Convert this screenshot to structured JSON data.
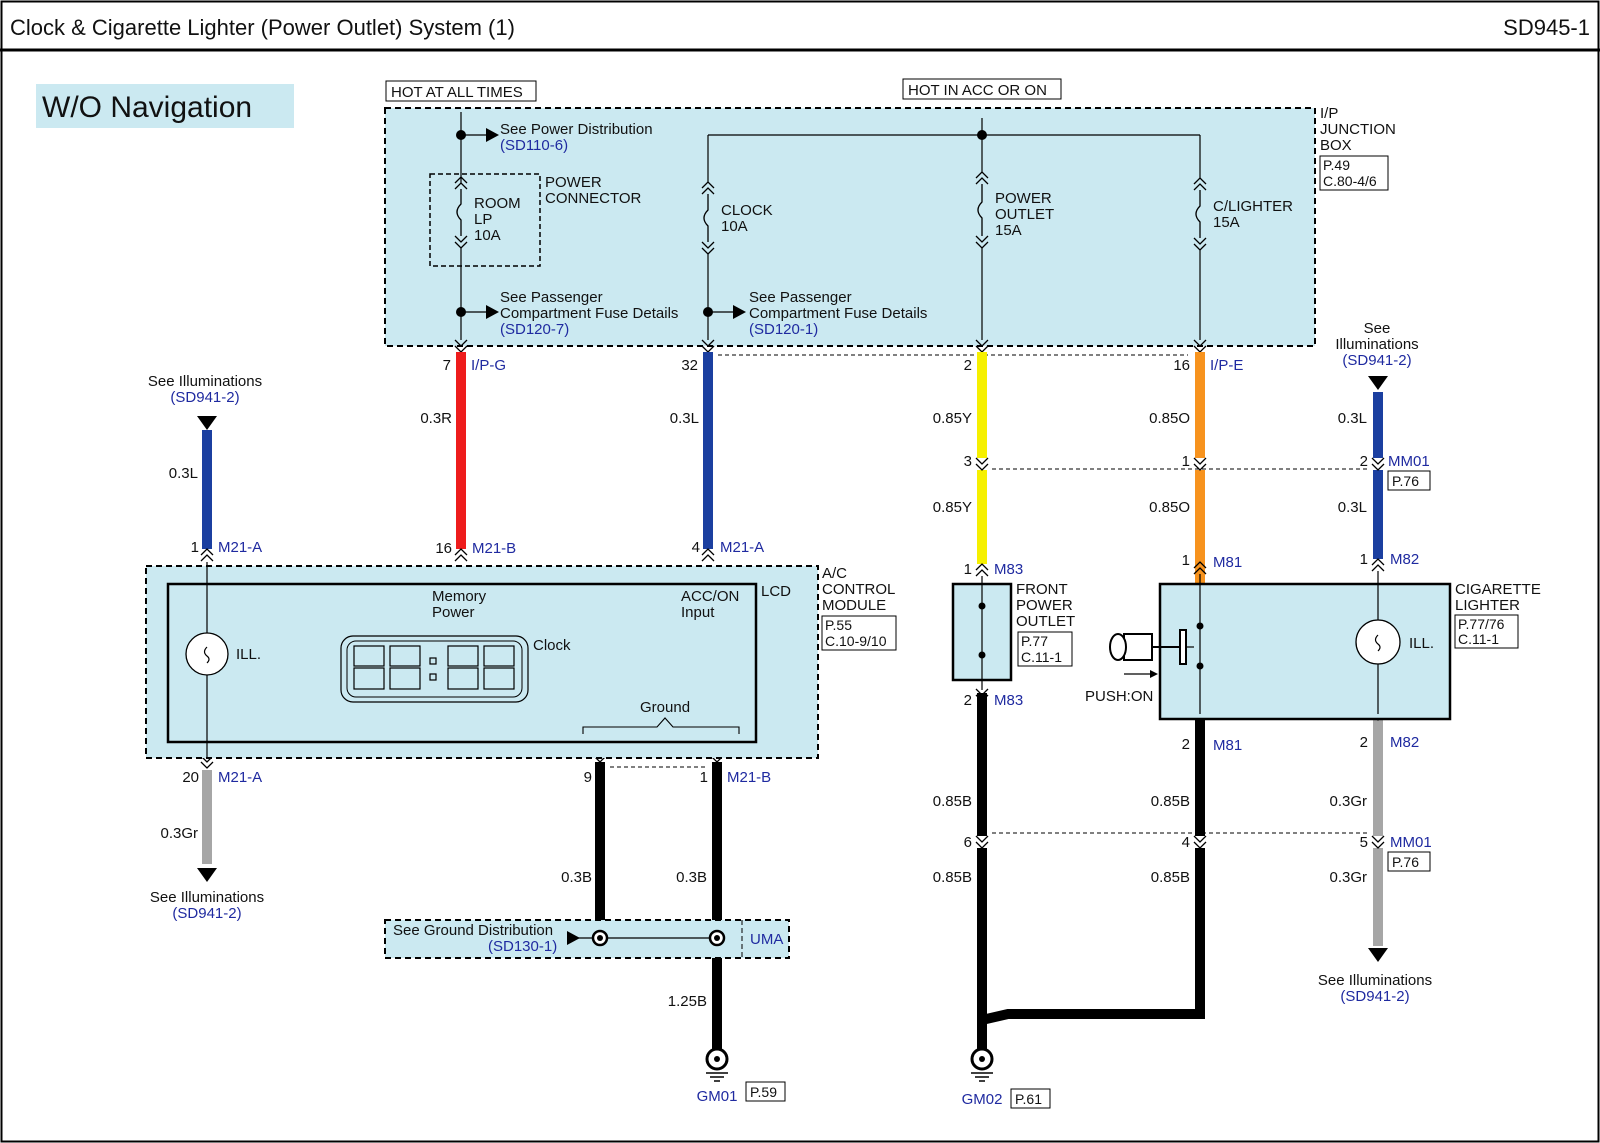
{
  "header": {
    "title": "Clock & Cigarette Lighter (Power Outlet) System (1)",
    "page_code": "SD945-1"
  },
  "variant_badge": "W/O Navigation",
  "supplies": {
    "hot_at_all_times": "HOT AT ALL TIMES",
    "hot_in_acc_or_on": "HOT IN ACC OR ON"
  },
  "junction_box": {
    "name": [
      "I/P",
      "JUNCTION",
      "BOX"
    ],
    "page": "P.49",
    "conn": "C.80-4/6",
    "power_connector": [
      "POWER",
      "CONNECTOR"
    ],
    "fuses": {
      "room": [
        "ROOM",
        "LP",
        "10A"
      ],
      "clock": [
        "CLOCK",
        "10A"
      ],
      "power_outlet": [
        "POWER",
        "OUTLET",
        "15A"
      ],
      "clighter": [
        "C/LIGHTER",
        "15A"
      ]
    },
    "refs": {
      "power_dist": {
        "text": "See Power Distribution",
        "code": "(SD110-6)"
      },
      "pass_fuse_1": {
        "text": [
          "See Passenger",
          "Compartment Fuse Details"
        ],
        "code": "(SD120-7)"
      },
      "pass_fuse_2": {
        "text": [
          "See Passenger",
          "Compartment Fuse Details"
        ],
        "code": "(SD120-1)"
      }
    }
  },
  "pins": {
    "p7": "7",
    "ipg": "I/P-G",
    "p32": "32",
    "p2": "2",
    "p16": "16",
    "ipe": "I/P-E",
    "p1_m21a": "1",
    "m21a_top": "M21-A",
    "p16_m21b": "16",
    "m21b_top": "M21-B",
    "p4_m21a": "4",
    "m21a_top2": "M21-A",
    "p20": "20",
    "m21a_bot": "M21-A",
    "p9": "9",
    "p1_m21b": "1",
    "m21b_bot": "M21-B",
    "p3_mm01": "3",
    "p1_mm01": "1",
    "p2_mm01": "2",
    "mm01_top": "MM01",
    "mm01_top_page": "P.76",
    "p1_m83": "1",
    "m83_top": "M83",
    "p2_m83": "2",
    "m83_bot": "M83",
    "p1_m81": "1",
    "m81_top": "M81",
    "p2_m81": "2",
    "m81_bot": "M81",
    "p1_m82": "1",
    "m82_top": "M82",
    "p2_m82": "2",
    "m82_bot": "M82",
    "p6_mm01": "6",
    "p4_mm01": "4",
    "p5_mm01": "5",
    "mm01_bot": "MM01",
    "mm01_bot_page": "P.76"
  },
  "wires": {
    "w_illum_l": "0.3L",
    "w_room": "0.3R",
    "w_clock": "0.3L",
    "w_po_1": "0.85Y",
    "w_po_2": "0.85Y",
    "w_cl_1": "0.85O",
    "w_cl_2": "0.85O",
    "w_ill_r1": "0.3L",
    "w_ill_r2": "0.3L",
    "w_gr_l": "0.3Gr",
    "w_g9": "0.3B",
    "w_g1": "0.3B",
    "w_g125": "1.25B",
    "w_po_b1": "0.85B",
    "w_po_b2": "0.85B",
    "w_cl_b1": "0.85B",
    "w_cl_b2": "0.85B",
    "w_gr_r1": "0.3Gr",
    "w_gr_r2": "0.3Gr"
  },
  "illum_refs": {
    "top_left": {
      "text": "See Illuminations",
      "code": "(SD941-2)"
    },
    "bottom_left": {
      "text": "See Illuminations",
      "code": "(SD941-2)"
    },
    "top_right": {
      "text": [
        "See",
        "Illuminations"
      ],
      "code": "(SD941-2)"
    },
    "bottom_right": {
      "text": "See Illuminations",
      "code": "(SD941-2)"
    }
  },
  "ac_module": {
    "name": [
      "A/C",
      "CONTROL",
      "MODULE"
    ],
    "page": "P.55",
    "conn": "C.10-9/10",
    "lcd": "LCD",
    "memory_power": [
      "Memory",
      "Power"
    ],
    "acc_on_input": [
      "ACC/ON",
      "Input"
    ],
    "ill": "ILL.",
    "clock": "Clock",
    "ground": "Ground"
  },
  "front_outlet": {
    "name": [
      "FRONT",
      "POWER",
      "OUTLET"
    ],
    "page": "P.77",
    "conn": "C.11-1"
  },
  "cig_lighter": {
    "name": [
      "CIGARETTE",
      "LIGHTER"
    ],
    "page": "P.77/76",
    "conn": "C.11-1",
    "ill": "ILL.",
    "push": "PUSH:ON"
  },
  "ground_dist": {
    "text": "See Ground Distribution",
    "code": "(SD130-1)",
    "tag": "UMA"
  },
  "grounds": {
    "gm01": "GM01",
    "gm01_page": "P.59",
    "gm02": "GM02",
    "gm02_page": "P.61"
  },
  "colors": {
    "box_fill": "#cbe9f1",
    "blue": "#1b3fa0",
    "red": "#ee1c1c",
    "yellow": "#f6f000",
    "orange": "#f7931e",
    "gray": "#a6a6a6",
    "black": "#000000",
    "ref": "#1f2aa0"
  }
}
